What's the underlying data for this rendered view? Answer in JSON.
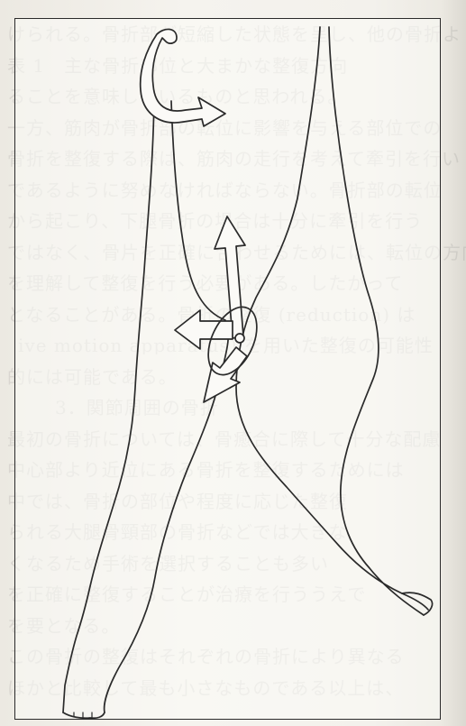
{
  "page": {
    "background_color": "#f1efe9",
    "line_color": "#2a2a2a"
  },
  "bleed_through_text": [
    "けられる。骨折部が短縮した状態を呈し、他の骨折よ",
    "表 1　主な骨折部位と大まかな整復方向",
    "ることを意味しているものと思われる。",
    "一方、筋肉が骨折部の転位に影響を与える部位での",
    "骨折を整復する際は、筋肉の走行を考えて牽引を行い",
    "であるように努めなければならない。骨折部の転位",
    "から起こり、下腿骨折の場合は十分に牽引を行う",
    "ではなく、骨片を正確に合わせるためには、転位の方向",
    "を理解して整復を行う必要がある。したがって",
    "となることがある。骨折の整復 (reduction) は",
    "ive motion apparatus) を用いた整復の可能性",
    "的には可能である。",
    "　3．関節周囲の骨折",
    "最初の骨折については、骨癒合に際して十分な配慮",
    "中心部より近位にある骨折を整復するためには",
    "中では、骨折の部位や程度に応じた整復",
    "られる大腿骨頸部の骨折などでは大きな",
    "くなるため手術を選択することも多い",
    "を正確に整復することが治療を行ううえで",
    "を要となる。",
    "この骨折の整復はそれぞれの骨折により異なる",
    "ほかと比較して最も小さなものである以上は、"
  ],
  "figure": {
    "description_icons": [
      "twisting-arrow-icon",
      "traction-arrow-icon",
      "lateral-push-arrow-icon"
    ]
  }
}
